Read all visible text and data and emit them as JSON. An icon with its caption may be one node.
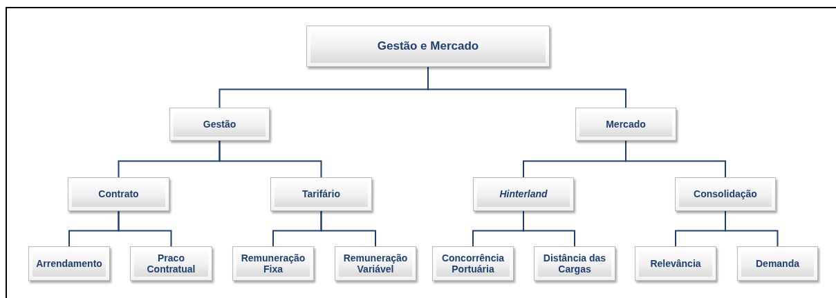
{
  "diagram": {
    "nodes": [
      {
        "text": [
          "Gestão e Mercado"
        ]
      },
      {
        "text": [
          "Gestão"
        ]
      },
      {
        "text": [
          "Mercado"
        ]
      },
      {
        "text": [
          "Contrato"
        ]
      },
      {
        "text": [
          "Tarifário"
        ]
      },
      {
        "text": [
          "Hinterland"
        ]
      },
      {
        "text": [
          "Consolidação"
        ]
      },
      {
        "text": [
          "Arrendamento"
        ]
      },
      {
        "text": [
          "Praco Contratual"
        ]
      },
      {
        "text": [
          "Remuneração Fixa"
        ]
      },
      {
        "text": [
          "Remuneração Variável"
        ]
      },
      {
        "text": [
          "Concorrência Portuária"
        ]
      },
      {
        "text": [
          "Distância das Cargas"
        ]
      },
      {
        "text": [
          "Relevância"
        ]
      },
      {
        "text": [
          "Demanda"
        ]
      }
    ],
    "edges": [
      {
        "from": 0,
        "to": 1,
        "arrow": "none"
      },
      {
        "from": 0,
        "to": 2,
        "arrow": "none"
      },
      {
        "from": 1,
        "to": 3,
        "arrow": "none"
      },
      {
        "from": 1,
        "to": 4,
        "arrow": "none"
      },
      {
        "from": 2,
        "to": 5,
        "arrow": "none"
      },
      {
        "from": 2,
        "to": 6,
        "arrow": "none"
      },
      {
        "from": 3,
        "to": 7,
        "arrow": "none"
      },
      {
        "from": 3,
        "to": 8,
        "arrow": "none"
      },
      {
        "from": 4,
        "to": 9,
        "arrow": "none"
      },
      {
        "from": 4,
        "to": 10,
        "arrow": "none"
      },
      {
        "from": 5,
        "to": 11,
        "arrow": "none"
      },
      {
        "from": 5,
        "to": 12,
        "arrow": "none"
      },
      {
        "from": 6,
        "to": 13,
        "arrow": "none"
      },
      {
        "from": 6,
        "to": 14,
        "arrow": "none"
      }
    ]
  }
}
